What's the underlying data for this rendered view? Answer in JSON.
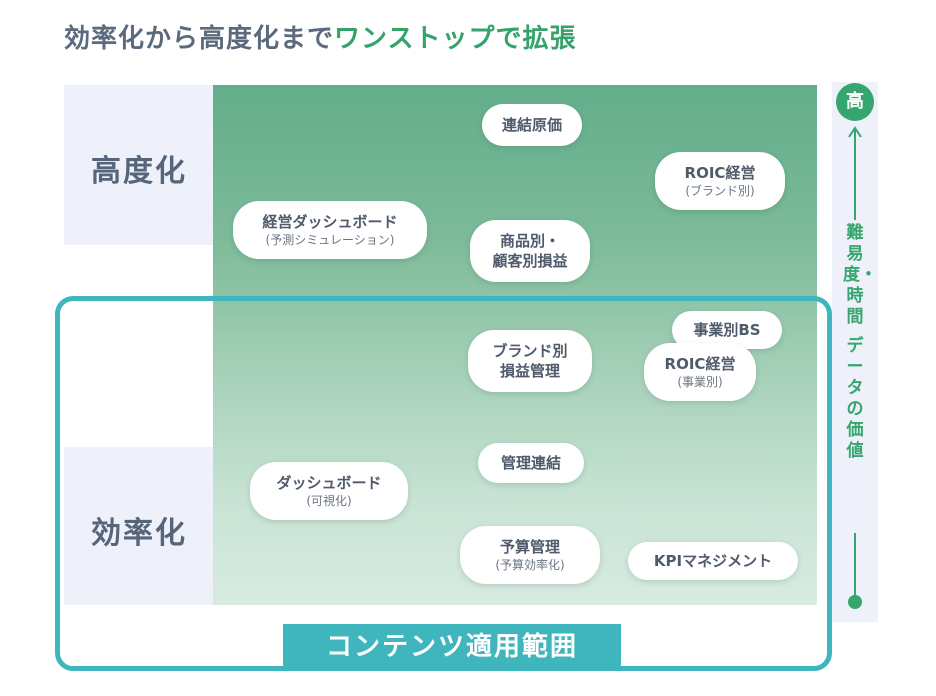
{
  "title": {
    "part1": "効率化から高度化まで",
    "part2": "ワンストップで拡張"
  },
  "levels": {
    "top": "高度化",
    "bottom": "効率化"
  },
  "scope_label": "コンテンツ適用範囲",
  "axis": {
    "top_label": "高",
    "label_line1": "難易度・時間",
    "label_line2": "データの価値"
  },
  "items": {
    "renketsu_genka": {
      "main": "連結原価"
    },
    "roic_brand": {
      "main": "ROIC経営",
      "sub": "(ブランド別)"
    },
    "keiei_dashboard": {
      "main": "経営ダッシュボード",
      "sub": "(予測シミュレーション)"
    },
    "shohin_kokyaku": {
      "line1": "商品別・",
      "line2": "顧客別損益"
    },
    "jigyo_bs": {
      "main": "事業別BS"
    },
    "brand_soneki": {
      "line1": "ブランド別",
      "line2": "損益管理"
    },
    "roic_jigyo": {
      "main": "ROIC経営",
      "sub": "(事業別)"
    },
    "kanri_renketsu": {
      "main": "管理連結"
    },
    "dashboard": {
      "main": "ダッシュボード",
      "sub": "(可視化)"
    },
    "yosan_kanri": {
      "main": "予算管理",
      "sub": "(予算効率化)"
    },
    "kpi_management": {
      "main": "KPIマネジメント"
    }
  },
  "colors": {
    "accent_green": "#36a56e",
    "scope_teal": "#3fb6bd",
    "text_slate": "#4f5b6b"
  }
}
